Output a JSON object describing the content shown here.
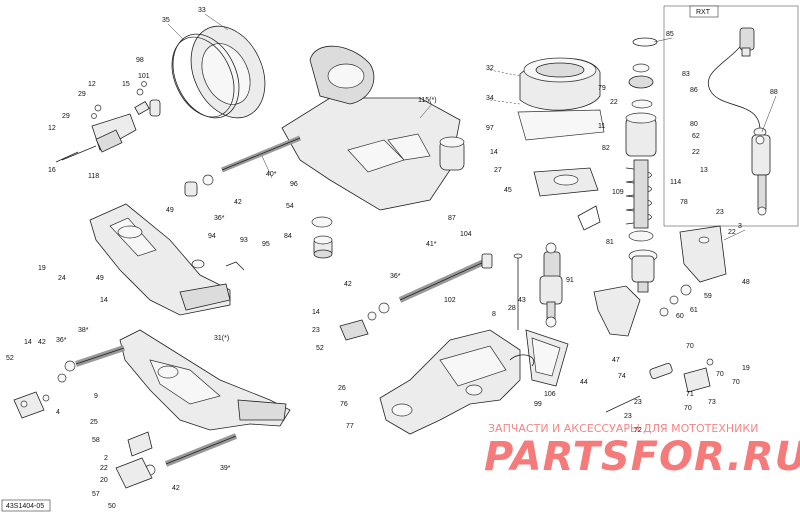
{
  "diagram_code": "43S1404-05",
  "variant_tag": "RXT",
  "watermark": {
    "line1": "ЗАПЧАСТИ И АКСЕССУАРЫ ДЛЯ МОТОТЕХНИКИ",
    "line2": "PARTSFOR.RU"
  },
  "callouts": [
    "33",
    "35",
    "98",
    "101",
    "12",
    "29",
    "15",
    "12",
    "29",
    "16",
    "118",
    "40*",
    "115(*)",
    "96",
    "42",
    "36*",
    "54",
    "87",
    "104",
    "84",
    "49",
    "94",
    "93",
    "95",
    "19",
    "24",
    "49",
    "14",
    "38*",
    "36*",
    "42",
    "52",
    "14",
    "4",
    "31(*)",
    "9",
    "25",
    "58",
    "22",
    "2",
    "20",
    "57",
    "50",
    "42",
    "39*",
    "41*",
    "36*",
    "42",
    "14",
    "23",
    "52",
    "102",
    "26",
    "76",
    "77",
    "32",
    "34",
    "97",
    "14",
    "27",
    "45",
    "85",
    "83",
    "79",
    "22",
    "11",
    "86",
    "80",
    "62",
    "82",
    "22",
    "13",
    "109",
    "114",
    "78",
    "3",
    "23",
    "22",
    "81",
    "48",
    "59",
    "61",
    "60",
    "47",
    "88",
    "8",
    "28",
    "91",
    "43",
    "44",
    "106",
    "99",
    "70",
    "19",
    "74",
    "70",
    "70",
    "71",
    "73",
    "23",
    "70",
    "23",
    "72"
  ]
}
